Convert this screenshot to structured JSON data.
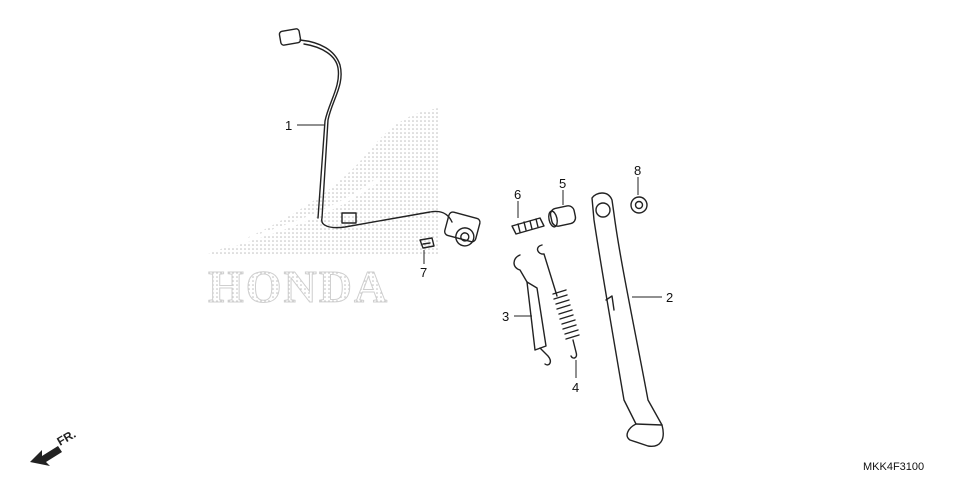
{
  "watermark": {
    "text": "HONDA"
  },
  "parts": [
    {
      "ref": "1",
      "name": "switch-wire"
    },
    {
      "ref": "2",
      "name": "side-stand"
    },
    {
      "ref": "3",
      "name": "spring-large"
    },
    {
      "ref": "4",
      "name": "spring-small"
    },
    {
      "ref": "5",
      "name": "collar"
    },
    {
      "ref": "6",
      "name": "bolt"
    },
    {
      "ref": "7",
      "name": "small-bolt"
    },
    {
      "ref": "8",
      "name": "nut"
    }
  ],
  "direction": {
    "label": "FR."
  },
  "diagram_code": "MKK4F3100"
}
